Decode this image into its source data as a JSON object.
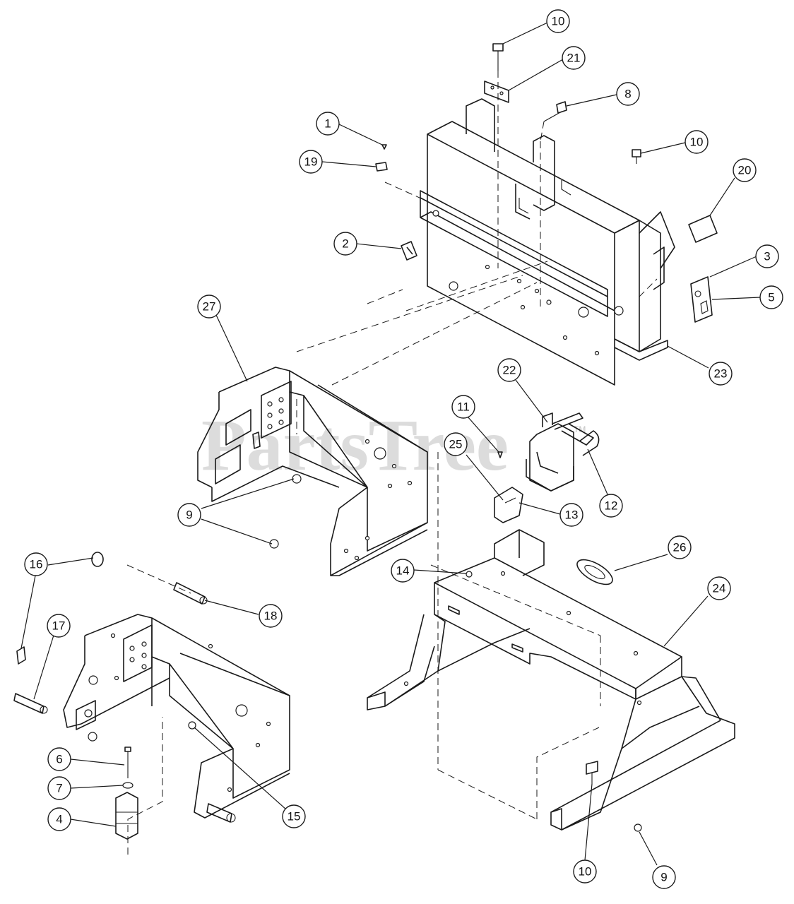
{
  "watermark": {
    "text": "PartsTree",
    "tm": "TM"
  },
  "callouts": [
    {
      "id": "c10a",
      "label": "10"
    },
    {
      "id": "c21",
      "label": "21"
    },
    {
      "id": "c8",
      "label": "8"
    },
    {
      "id": "c1",
      "label": "1"
    },
    {
      "id": "c19",
      "label": "19"
    },
    {
      "id": "c10b",
      "label": "10"
    },
    {
      "id": "c20",
      "label": "20"
    },
    {
      "id": "c2",
      "label": "2"
    },
    {
      "id": "c3",
      "label": "3"
    },
    {
      "id": "c5",
      "label": "5"
    },
    {
      "id": "c23",
      "label": "23"
    },
    {
      "id": "c27",
      "label": "27"
    },
    {
      "id": "c22",
      "label": "22"
    },
    {
      "id": "c11",
      "label": "11"
    },
    {
      "id": "c25",
      "label": "25"
    },
    {
      "id": "c12",
      "label": "12"
    },
    {
      "id": "c13",
      "label": "13"
    },
    {
      "id": "c9a",
      "label": "9"
    },
    {
      "id": "c16",
      "label": "16"
    },
    {
      "id": "c14",
      "label": "14"
    },
    {
      "id": "c26",
      "label": "26"
    },
    {
      "id": "c24",
      "label": "24"
    },
    {
      "id": "c18",
      "label": "18"
    },
    {
      "id": "c17",
      "label": "17"
    },
    {
      "id": "c6",
      "label": "6"
    },
    {
      "id": "c7",
      "label": "7"
    },
    {
      "id": "c4",
      "label": "4"
    },
    {
      "id": "c15",
      "label": "15"
    },
    {
      "id": "c10c",
      "label": "10"
    },
    {
      "id": "c9b",
      "label": "9"
    }
  ]
}
